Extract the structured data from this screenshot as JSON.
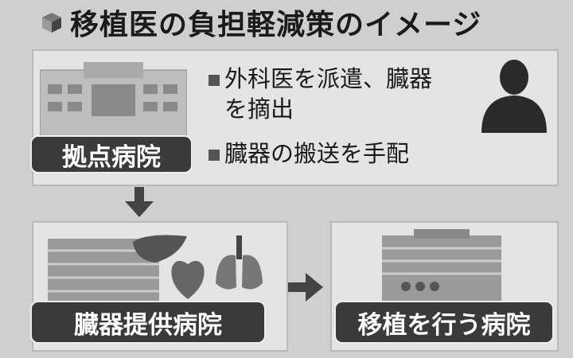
{
  "title": "移植医の負担軽減策のイメージ",
  "hub": {
    "label": "拠点病院",
    "bullets": [
      "外科医を派遣、臓器を摘出",
      "臓器の搬送を手配"
    ],
    "bullet_lines": [
      "外科医を派遣、臓器",
      "を摘出",
      "臓器の搬送を手配"
    ]
  },
  "donor_hospital": {
    "label": "臓器提供病院"
  },
  "transplant_hospital": {
    "label": "移植を行う病院"
  }
}
